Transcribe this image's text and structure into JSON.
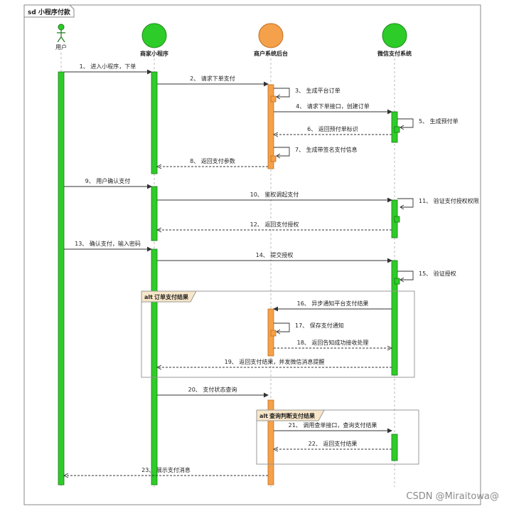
{
  "frame_title": "sd 小程序付款",
  "participants": [
    {
      "label": "用户",
      "kind": "actor",
      "color": "#2ecc28"
    },
    {
      "label": "商家小程序",
      "kind": "entity",
      "color": "#2ecc28"
    },
    {
      "label": "商户系统后台",
      "kind": "entity",
      "color": "#f5a04a"
    },
    {
      "label": "微信支付系统",
      "kind": "entity",
      "color": "#2ecc28"
    }
  ],
  "messages": [
    {
      "n": "1、",
      "text": "进入小程序，下单",
      "from": 0,
      "to": 1,
      "style": "solid"
    },
    {
      "n": "2、",
      "text": "请求下单支付",
      "from": 1,
      "to": 2,
      "style": "solid"
    },
    {
      "n": "3、",
      "text": "生成平台订单",
      "from": 2,
      "to": 2,
      "style": "self"
    },
    {
      "n": "4、",
      "text": "请求下单接口，创建订单",
      "from": 2,
      "to": 3,
      "style": "solid"
    },
    {
      "n": "5、",
      "text": "生成预付单",
      "from": 3,
      "to": 3,
      "style": "self"
    },
    {
      "n": "6、",
      "text": "返回预付单标识",
      "from": 3,
      "to": 2,
      "style": "dashed"
    },
    {
      "n": "7、",
      "text": "生成带签名支付信息",
      "from": 2,
      "to": 2,
      "style": "self"
    },
    {
      "n": "8、",
      "text": "返回支付参数",
      "from": 2,
      "to": 1,
      "style": "dashed"
    },
    {
      "n": "9、",
      "text": "用户确认支付",
      "from": 0,
      "to": 1,
      "style": "solid"
    },
    {
      "n": "10、",
      "text": "鉴权调起支付",
      "from": 1,
      "to": 3,
      "style": "solid"
    },
    {
      "n": "11、",
      "text": "验证支付授权权限",
      "from": 3,
      "to": 3,
      "style": "self"
    },
    {
      "n": "12、",
      "text": "返回支付授权",
      "from": 3,
      "to": 1,
      "style": "dashed"
    },
    {
      "n": "13、",
      "text": "确认支付，输入密码",
      "from": 0,
      "to": 1,
      "style": "solid"
    },
    {
      "n": "14、",
      "text": "提交授权",
      "from": 1,
      "to": 3,
      "style": "solid"
    },
    {
      "n": "15、",
      "text": "验证授权",
      "from": 3,
      "to": 3,
      "style": "self"
    },
    {
      "n": "16、",
      "text": "异步通知平台支付结果",
      "from": 3,
      "to": 2,
      "style": "solid"
    },
    {
      "n": "17、",
      "text": "保存支付通知",
      "from": 2,
      "to": 2,
      "style": "self"
    },
    {
      "n": "18、",
      "text": "返回告知成功接收处理",
      "from": 2,
      "to": 3,
      "style": "dashed"
    },
    {
      "n": "19、",
      "text": "返回支付结果，并发微信消息提醒",
      "from": 3,
      "to": 1,
      "style": "dashed"
    },
    {
      "n": "20、",
      "text": "支付状态查询",
      "from": 1,
      "to": 2,
      "style": "solid"
    },
    {
      "n": "21、",
      "text": "调用查单接口，查询支付结果",
      "from": 2,
      "to": 3,
      "style": "solid"
    },
    {
      "n": "22、",
      "text": "返回支付结果",
      "from": 3,
      "to": 2,
      "style": "dashed"
    },
    {
      "n": "23、",
      "text": "展示支付消息",
      "from": 2,
      "to": 0,
      "style": "dashed"
    }
  ],
  "fragments": [
    {
      "keyword": "alt",
      "label": "订单支付结果"
    },
    {
      "keyword": "alt",
      "label": "查询判断支付结果"
    }
  ],
  "watermark": "CSDN @Miraitowa@"
}
